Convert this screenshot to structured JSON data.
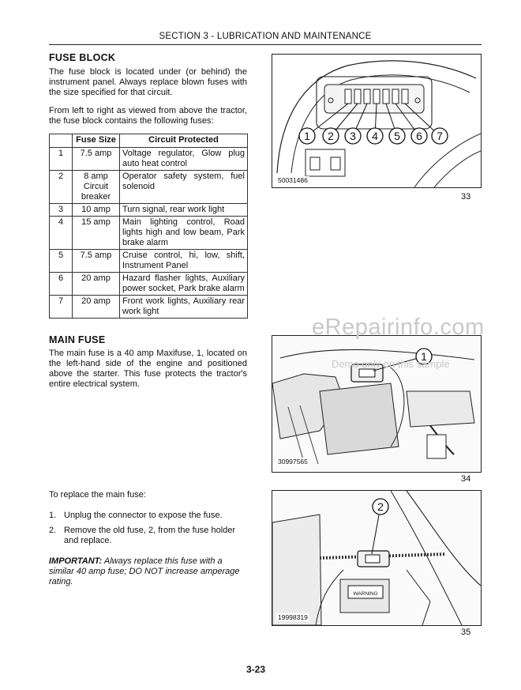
{
  "header": {
    "title": "SECTION 3 - LUBRICATION AND MAINTENANCE"
  },
  "fuse_block": {
    "heading": "FUSE BLOCK",
    "p1": "The fuse block is located under (or behind) the instrument panel. Always replace blown fuses with the size specified for that circuit.",
    "p2": "From left to right as viewed from above the tractor, the fuse block contains the following fuses:"
  },
  "fuse_table": {
    "headers": [
      "",
      "Fuse Size",
      "Circuit Protected"
    ],
    "rows": [
      {
        "num": "1",
        "size": "7.5 amp",
        "circuit": "Voltage regulator, Glow plug auto heat control"
      },
      {
        "num": "2",
        "size": "8 amp Circuit breaker",
        "circuit": "Operator safety system, fuel solenoid"
      },
      {
        "num": "3",
        "size": "10 amp",
        "circuit": "Turn signal, rear work light"
      },
      {
        "num": "4",
        "size": "15 amp",
        "circuit": "Main lighting control, Road lights high and low beam, Park brake alarm"
      },
      {
        "num": "5",
        "size": "7.5 amp",
        "circuit": "Cruise control, hi, low, shift, Instrument Panel"
      },
      {
        "num": "6",
        "size": "20 amp",
        "circuit": "Hazard flasher lights, Auxiliary power socket, Park brake alarm"
      },
      {
        "num": "7",
        "size": "20 amp",
        "circuit": "Front work lights, Auxiliary rear work light"
      }
    ]
  },
  "figures": {
    "fig33": {
      "code": "50031486",
      "number": "33",
      "callouts": [
        "1",
        "2",
        "3",
        "4",
        "5",
        "6",
        "7"
      ]
    },
    "fig34": {
      "code": "30997565",
      "number": "34",
      "callouts": [
        "1"
      ]
    },
    "fig35": {
      "code": "19998319",
      "number": "35",
      "callouts": [
        "2"
      ],
      "warning_label": "WARNING"
    }
  },
  "main_fuse": {
    "heading": "MAIN FUSE",
    "p": "The main fuse is a 40 amp Maxifuse, 1, located on the left-hand side of the engine and positioned above the starter. This fuse protects the tractor's entire electrical system."
  },
  "replace": {
    "intro": "To replace the main fuse:",
    "steps": [
      {
        "n": "1.",
        "text": "Unplug the connector to expose the fuse."
      },
      {
        "n": "2.",
        "text": "Remove the old fuse, 2, from the fuse holder and replace."
      }
    ],
    "important_label": "IMPORTANT:",
    "important_text": " Always replace this fuse with a similar 40 amp fuse; DO NOT increase amperage rating."
  },
  "watermark": {
    "text": "eRepairinfo.com",
    "subtext": "Demo only on this sample"
  },
  "page_number": "3-23"
}
